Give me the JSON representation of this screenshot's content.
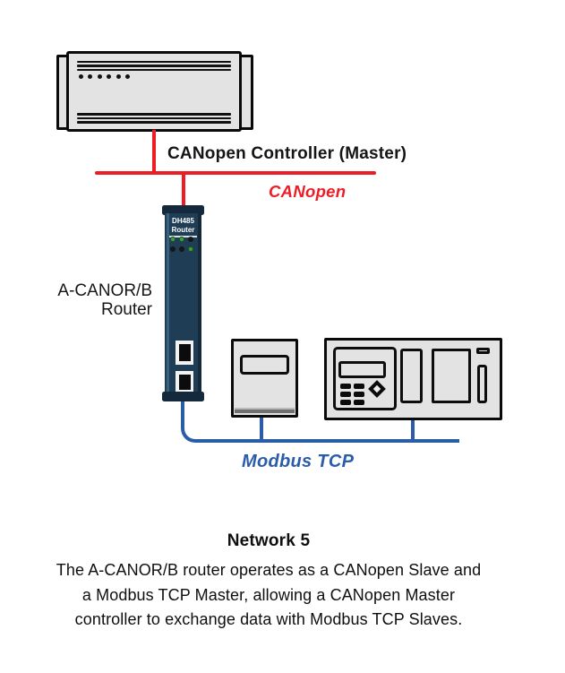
{
  "diagram": {
    "controller_label": "CANopen Controller (Master)",
    "canopen_bus_label": "CANopen",
    "router_label": {
      "line1": "A-CANOR/B",
      "line2": "Router"
    },
    "router_device": {
      "line1": "DH485",
      "line2": "Router",
      "led_classes": [
        "led led-on",
        "led led-on",
        "led led-off",
        "led led-off",
        "led led-off",
        "led led-on"
      ]
    },
    "modbus_bus_label": "Modbus TCP",
    "colors": {
      "canopen_red": "#ee1c25",
      "modbus_blue": "#2a5caa",
      "router_navy": "#1f3e56",
      "device_gray": "#e3e3e3",
      "led_green": "#3f9e3f",
      "led_off": "#161616"
    }
  },
  "caption": {
    "title": "Network 5",
    "lines": [
      "The A-CANOR/B router operates as a CANopen Slave and",
      "a Modbus TCP Master, allowing a CANopen Master",
      "controller to exchange data with Modbus TCP Slaves."
    ]
  }
}
